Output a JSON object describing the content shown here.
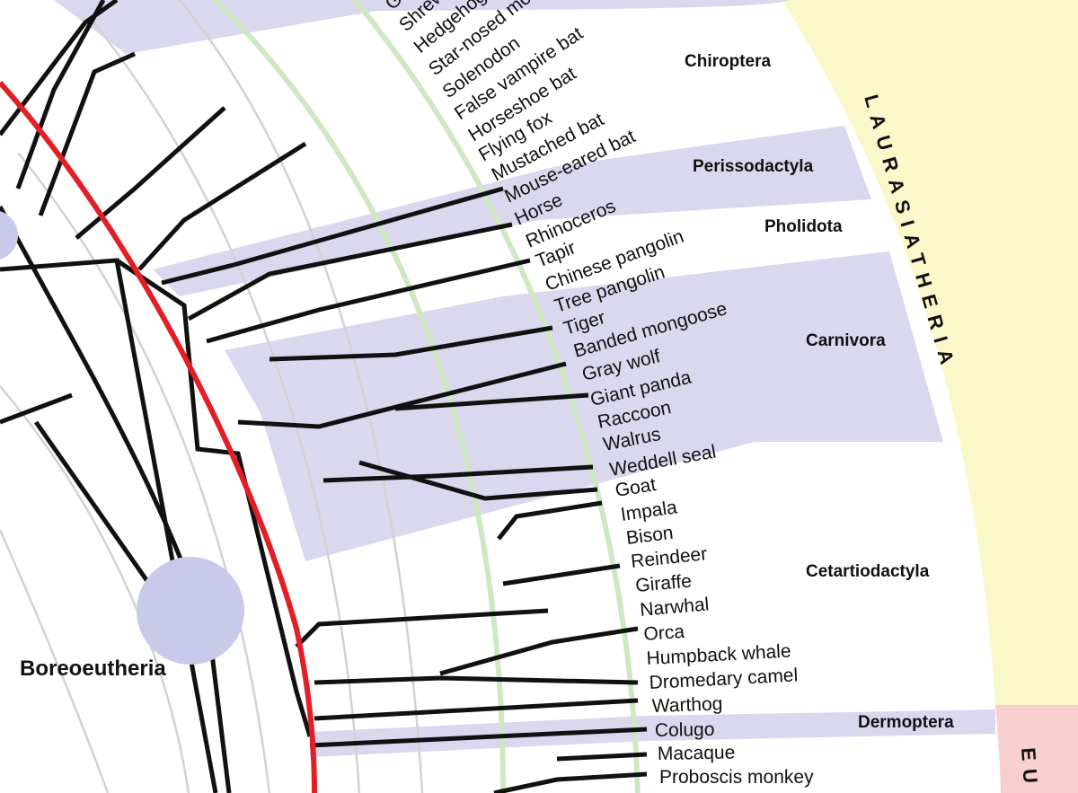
{
  "colors": {
    "background": "#ffffff",
    "order_band": "#d9d8ef",
    "laurasiatheria_band": "#faf8c9",
    "euarchontoglires_band": "#f7cfcf",
    "clade_circle": "#c9c9ea",
    "time_line_red": "#e31e24",
    "time_line_green": "#cfe8c4",
    "grid_circle": "#d2d2d2",
    "branch": "#111111"
  },
  "tips": [
    "Gol",
    "Shrew",
    "Hedgehog",
    "Star-nosed mo",
    "Solenodon",
    "False vampire bat",
    "Horseshoe bat",
    "Flying fox",
    "Mustached bat",
    "Mouse-eared bat",
    "Horse",
    "Rhinoceros",
    "Tapir",
    "Chinese pangolin",
    "Tree pangolin",
    "Tiger",
    "Banded mongoose",
    "Gray wolf",
    "Giant panda",
    "Raccoon",
    "Walrus",
    "Weddell seal",
    "Goat",
    "Impala",
    "Bison",
    "Reindeer",
    "Giraffe",
    "Narwhal",
    "Orca",
    "Humpback whale",
    "Dromedary camel",
    "Warthog",
    "Colugo",
    "Macaque",
    "Proboscis monkey"
  ],
  "orders": [
    "Chiroptera",
    "Perissodactyla",
    "Pholidota",
    "Carnivora",
    "Cetartiodactyla",
    "Dermoptera"
  ],
  "superorders": {
    "laurasiatheria": "LAURASIATHERIA",
    "euarchontoglires_partial": "EU"
  },
  "clade_label": "Boreoeutheria"
}
